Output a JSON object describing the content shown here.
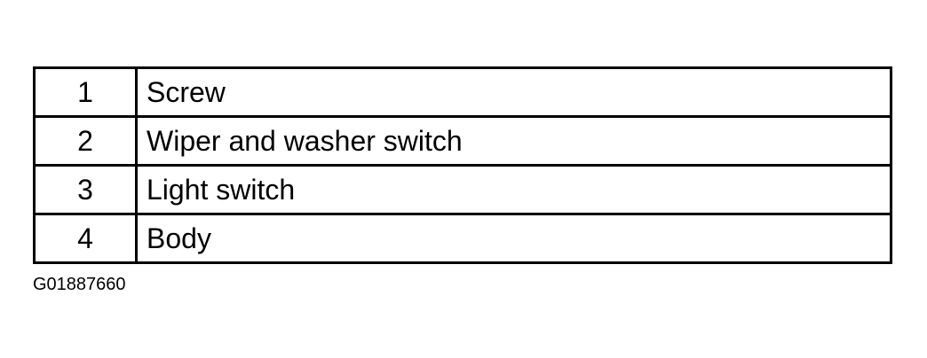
{
  "legend": {
    "rows": [
      {
        "number": "1",
        "label": "Screw"
      },
      {
        "number": "2",
        "label": "Wiper and washer switch"
      },
      {
        "number": "3",
        "label": "Light switch"
      },
      {
        "number": "4",
        "label": "Body"
      }
    ]
  },
  "figure_id": "G01887660",
  "colors": {
    "text": "#000000",
    "border": "#000000",
    "background": "#ffffff"
  }
}
